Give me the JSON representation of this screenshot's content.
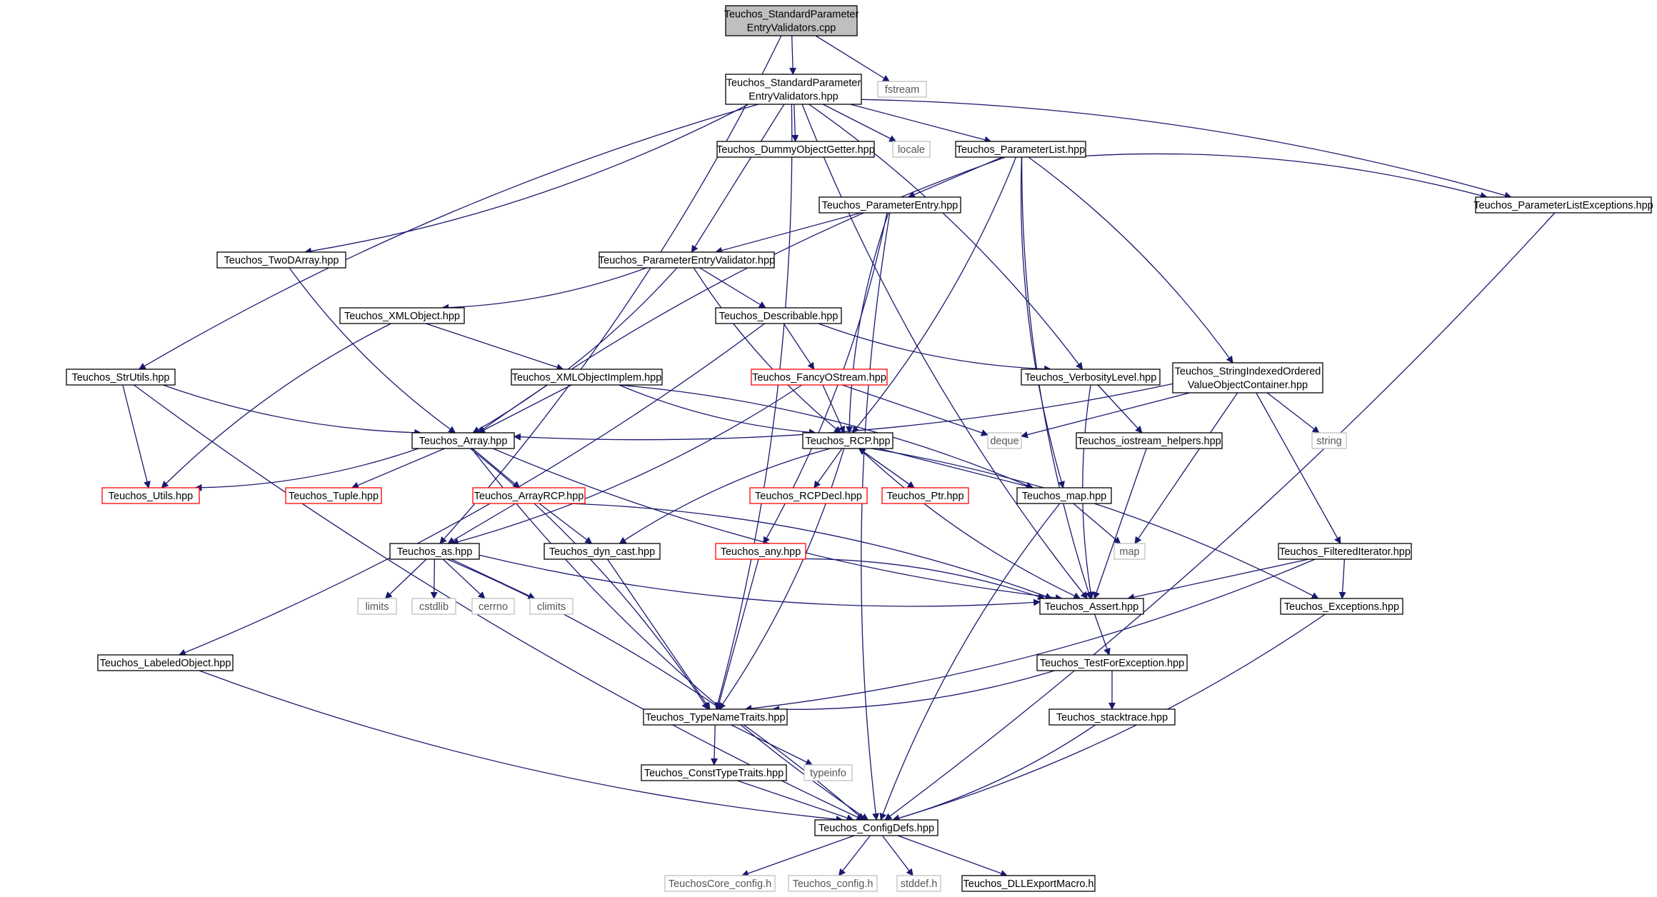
{
  "diagram": {
    "colors": {
      "edge": "#191970",
      "border_default": "#000000",
      "border_red": "#ff0000",
      "border_gray": "#bfbfbf",
      "fill_root": "#bfbfbf",
      "fill_default": "#ffffff",
      "text_default": "#000000",
      "text_gray": "#555555"
    },
    "nodes": [
      {
        "id": "root",
        "lines": [
          "Teuchos_StandardParameter",
          "EntryValidators.cpp"
        ],
        "style": "root"
      },
      {
        "id": "sphpp",
        "lines": [
          "Teuchos_StandardParameter",
          "EntryValidators.hpp"
        ],
        "style": "default"
      },
      {
        "id": "fstream",
        "lines": [
          "fstream"
        ],
        "style": "gray"
      },
      {
        "id": "dummy",
        "lines": [
          "Teuchos_DummyObjectGetter.hpp"
        ],
        "style": "default"
      },
      {
        "id": "locale",
        "lines": [
          "locale"
        ],
        "style": "gray"
      },
      {
        "id": "plist",
        "lines": [
          "Teuchos_ParameterList.hpp"
        ],
        "style": "default"
      },
      {
        "id": "plistexc",
        "lines": [
          "Teuchos_ParameterListExceptions.hpp"
        ],
        "style": "default"
      },
      {
        "id": "pentry",
        "lines": [
          "Teuchos_ParameterEntry.hpp"
        ],
        "style": "default"
      },
      {
        "id": "twod",
        "lines": [
          "Teuchos_TwoDArray.hpp"
        ],
        "style": "default"
      },
      {
        "id": "pev",
        "lines": [
          "Teuchos_ParameterEntryValidator.hpp"
        ],
        "style": "default"
      },
      {
        "id": "xmlobj",
        "lines": [
          "Teuchos_XMLObject.hpp"
        ],
        "style": "default"
      },
      {
        "id": "describ",
        "lines": [
          "Teuchos_Describable.hpp"
        ],
        "style": "default"
      },
      {
        "id": "strutils",
        "lines": [
          "Teuchos_StrUtils.hpp"
        ],
        "style": "default"
      },
      {
        "id": "xmlimpl",
        "lines": [
          "Teuchos_XMLObjectImplem.hpp"
        ],
        "style": "default"
      },
      {
        "id": "fancy",
        "lines": [
          "Teuchos_FancyOStream.hpp"
        ],
        "style": "red"
      },
      {
        "id": "verb",
        "lines": [
          "Teuchos_VerbosityLevel.hpp"
        ],
        "style": "default"
      },
      {
        "id": "sioc",
        "lines": [
          "Teuchos_StringIndexedOrdered",
          "ValueObjectContainer.hpp"
        ],
        "style": "default"
      },
      {
        "id": "array",
        "lines": [
          "Teuchos_Array.hpp"
        ],
        "style": "default"
      },
      {
        "id": "rcp",
        "lines": [
          "Teuchos_RCP.hpp"
        ],
        "style": "default"
      },
      {
        "id": "deque",
        "lines": [
          "deque"
        ],
        "style": "gray"
      },
      {
        "id": "iosh",
        "lines": [
          "Teuchos_iostream_helpers.hpp"
        ],
        "style": "default"
      },
      {
        "id": "string",
        "lines": [
          "string"
        ],
        "style": "gray"
      },
      {
        "id": "utils",
        "lines": [
          "Teuchos_Utils.hpp"
        ],
        "style": "red"
      },
      {
        "id": "tuple",
        "lines": [
          "Teuchos_Tuple.hpp"
        ],
        "style": "red"
      },
      {
        "id": "arcp",
        "lines": [
          "Teuchos_ArrayRCP.hpp"
        ],
        "style": "red"
      },
      {
        "id": "rcpdecl",
        "lines": [
          "Teuchos_RCPDecl.hpp"
        ],
        "style": "red"
      },
      {
        "id": "ptr",
        "lines": [
          "Teuchos_Ptr.hpp"
        ],
        "style": "red"
      },
      {
        "id": "tmap",
        "lines": [
          "Teuchos_map.hpp"
        ],
        "style": "default"
      },
      {
        "id": "as",
        "lines": [
          "Teuchos_as.hpp"
        ],
        "style": "default"
      },
      {
        "id": "dyncast",
        "lines": [
          "Teuchos_dyn_cast.hpp"
        ],
        "style": "default"
      },
      {
        "id": "any",
        "lines": [
          "Teuchos_any.hpp"
        ],
        "style": "red"
      },
      {
        "id": "map",
        "lines": [
          "map"
        ],
        "style": "gray"
      },
      {
        "id": "filt",
        "lines": [
          "Teuchos_FilteredIterator.hpp"
        ],
        "style": "default"
      },
      {
        "id": "limits",
        "lines": [
          "limits"
        ],
        "style": "gray"
      },
      {
        "id": "cstdlib",
        "lines": [
          "cstdlib"
        ],
        "style": "gray"
      },
      {
        "id": "cerrno",
        "lines": [
          "cerrno"
        ],
        "style": "gray"
      },
      {
        "id": "climits",
        "lines": [
          "climits"
        ],
        "style": "gray"
      },
      {
        "id": "assert",
        "lines": [
          "Teuchos_Assert.hpp"
        ],
        "style": "default"
      },
      {
        "id": "exc",
        "lines": [
          "Teuchos_Exceptions.hpp"
        ],
        "style": "default"
      },
      {
        "id": "labeled",
        "lines": [
          "Teuchos_LabeledObject.hpp"
        ],
        "style": "default"
      },
      {
        "id": "tfe",
        "lines": [
          "Teuchos_TestForException.hpp"
        ],
        "style": "default"
      },
      {
        "id": "tnt",
        "lines": [
          "Teuchos_TypeNameTraits.hpp"
        ],
        "style": "default"
      },
      {
        "id": "stack",
        "lines": [
          "Teuchos_stacktrace.hpp"
        ],
        "style": "default"
      },
      {
        "id": "constt",
        "lines": [
          "Teuchos_ConstTypeTraits.hpp"
        ],
        "style": "default"
      },
      {
        "id": "typeinfo",
        "lines": [
          "typeinfo"
        ],
        "style": "gray"
      },
      {
        "id": "config",
        "lines": [
          "Teuchos_ConfigDefs.hpp"
        ],
        "style": "default"
      },
      {
        "id": "corecfg",
        "lines": [
          "TeuchosCore_config.h"
        ],
        "style": "gray"
      },
      {
        "id": "tcfg",
        "lines": [
          "Teuchos_config.h"
        ],
        "style": "gray"
      },
      {
        "id": "stddef",
        "lines": [
          "stddef.h"
        ],
        "style": "gray"
      },
      {
        "id": "dll",
        "lines": [
          "Teuchos_DLLExportMacro.h"
        ],
        "style": "default"
      }
    ],
    "edges": [
      [
        "root",
        "sphpp"
      ],
      [
        "root",
        "fstream"
      ],
      [
        "root",
        "as"
      ],
      [
        "sphpp",
        "dummy"
      ],
      [
        "sphpp",
        "locale"
      ],
      [
        "sphpp",
        "plist"
      ],
      [
        "sphpp",
        "plistexc"
      ],
      [
        "sphpp",
        "pev"
      ],
      [
        "sphpp",
        "twod"
      ],
      [
        "sphpp",
        "strutils"
      ],
      [
        "sphpp",
        "tnt"
      ],
      [
        "sphpp",
        "assert"
      ],
      [
        "sphpp",
        "verb"
      ],
      [
        "plist",
        "pentry"
      ],
      [
        "plist",
        "plistexc"
      ],
      [
        "plist",
        "array"
      ],
      [
        "plist",
        "rcp"
      ],
      [
        "plist",
        "tmap"
      ],
      [
        "plist",
        "sioc"
      ],
      [
        "plist",
        "assert"
      ],
      [
        "pentry",
        "pev"
      ],
      [
        "pentry",
        "rcp"
      ],
      [
        "pentry",
        "any"
      ],
      [
        "pentry",
        "config"
      ],
      [
        "plistexc",
        "config"
      ],
      [
        "twod",
        "array"
      ],
      [
        "pev",
        "xmlobj"
      ],
      [
        "pev",
        "describ"
      ],
      [
        "pev",
        "array"
      ],
      [
        "pev",
        "rcp"
      ],
      [
        "xmlobj",
        "xmlimpl"
      ],
      [
        "xmlobj",
        "utils"
      ],
      [
        "describ",
        "fancy"
      ],
      [
        "describ",
        "verb"
      ],
      [
        "describ",
        "labeled"
      ],
      [
        "strutils",
        "array"
      ],
      [
        "strutils",
        "utils"
      ],
      [
        "strutils",
        "config"
      ],
      [
        "xmlimpl",
        "array"
      ],
      [
        "xmlimpl",
        "rcp"
      ],
      [
        "xmlimpl",
        "tmap"
      ],
      [
        "fancy",
        "rcp"
      ],
      [
        "fancy",
        "as"
      ],
      [
        "fancy",
        "deque"
      ],
      [
        "verb",
        "iosh"
      ],
      [
        "verb",
        "assert"
      ],
      [
        "sioc",
        "array"
      ],
      [
        "sioc",
        "deque"
      ],
      [
        "sioc",
        "string"
      ],
      [
        "sioc",
        "map"
      ],
      [
        "sioc",
        "filt"
      ],
      [
        "iosh",
        "assert"
      ],
      [
        "array",
        "utils"
      ],
      [
        "array",
        "tuple"
      ],
      [
        "array",
        "arcp"
      ],
      [
        "array",
        "assert"
      ],
      [
        "array",
        "tnt"
      ],
      [
        "array",
        "config"
      ],
      [
        "rcp",
        "rcpdecl"
      ],
      [
        "rcp",
        "ptr"
      ],
      [
        "rcp",
        "tmap"
      ],
      [
        "rcp",
        "dyncast"
      ],
      [
        "rcp",
        "tnt"
      ],
      [
        "rcp",
        "assert"
      ],
      [
        "rcp",
        "exc"
      ],
      [
        "ptr",
        "rcp"
      ],
      [
        "tmap",
        "map"
      ],
      [
        "tmap",
        "config"
      ],
      [
        "arcp",
        "as"
      ],
      [
        "arcp",
        "dyncast"
      ],
      [
        "arcp",
        "assert"
      ],
      [
        "as",
        "limits"
      ],
      [
        "as",
        "cstdlib"
      ],
      [
        "as",
        "cerrno"
      ],
      [
        "as",
        "climits"
      ],
      [
        "as",
        "assert"
      ],
      [
        "as",
        "config"
      ],
      [
        "dyncast",
        "tnt"
      ],
      [
        "any",
        "assert"
      ],
      [
        "any",
        "tnt"
      ],
      [
        "filt",
        "assert"
      ],
      [
        "filt",
        "exc"
      ],
      [
        "filt",
        "tnt"
      ],
      [
        "assert",
        "tfe"
      ],
      [
        "exc",
        "config"
      ],
      [
        "labeled",
        "config"
      ],
      [
        "tfe",
        "tnt"
      ],
      [
        "tfe",
        "stack"
      ],
      [
        "stack",
        "config"
      ],
      [
        "tnt",
        "constt"
      ],
      [
        "tnt",
        "typeinfo"
      ],
      [
        "constt",
        "config"
      ],
      [
        "config",
        "corecfg"
      ],
      [
        "config",
        "tcfg"
      ],
      [
        "config",
        "stddef"
      ],
      [
        "config",
        "dll"
      ]
    ]
  }
}
